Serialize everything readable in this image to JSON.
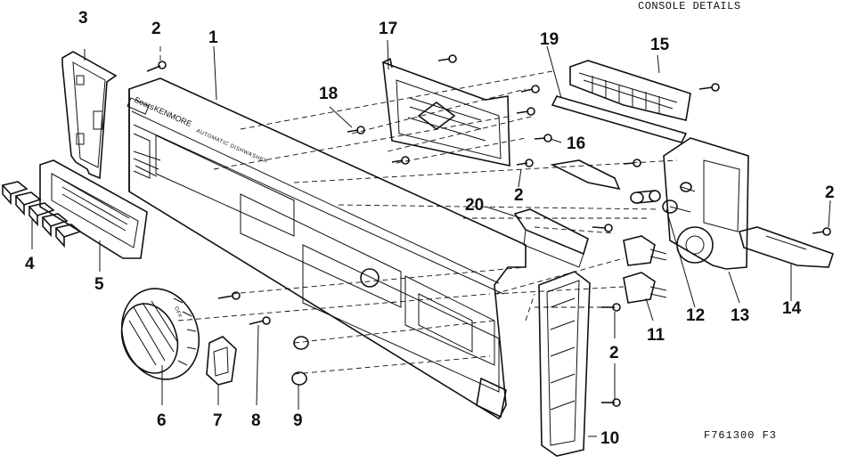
{
  "header": {
    "title": "CONSOLE DETAILS"
  },
  "footer": {
    "figure_code": "F761300 F3"
  },
  "panel": {
    "brand": "KENMORE",
    "subtitle": "AUTOMATIC DISHWASHER",
    "badge": "Sears"
  },
  "knob": {
    "marking": "OFF"
  },
  "callouts": [
    "1",
    "2",
    "3",
    "4",
    "5",
    "6",
    "7",
    "8",
    "9",
    "10",
    "11",
    "12",
    "13",
    "14",
    "15",
    "16",
    "17",
    "18",
    "19",
    "20"
  ],
  "callout_2": "2"
}
